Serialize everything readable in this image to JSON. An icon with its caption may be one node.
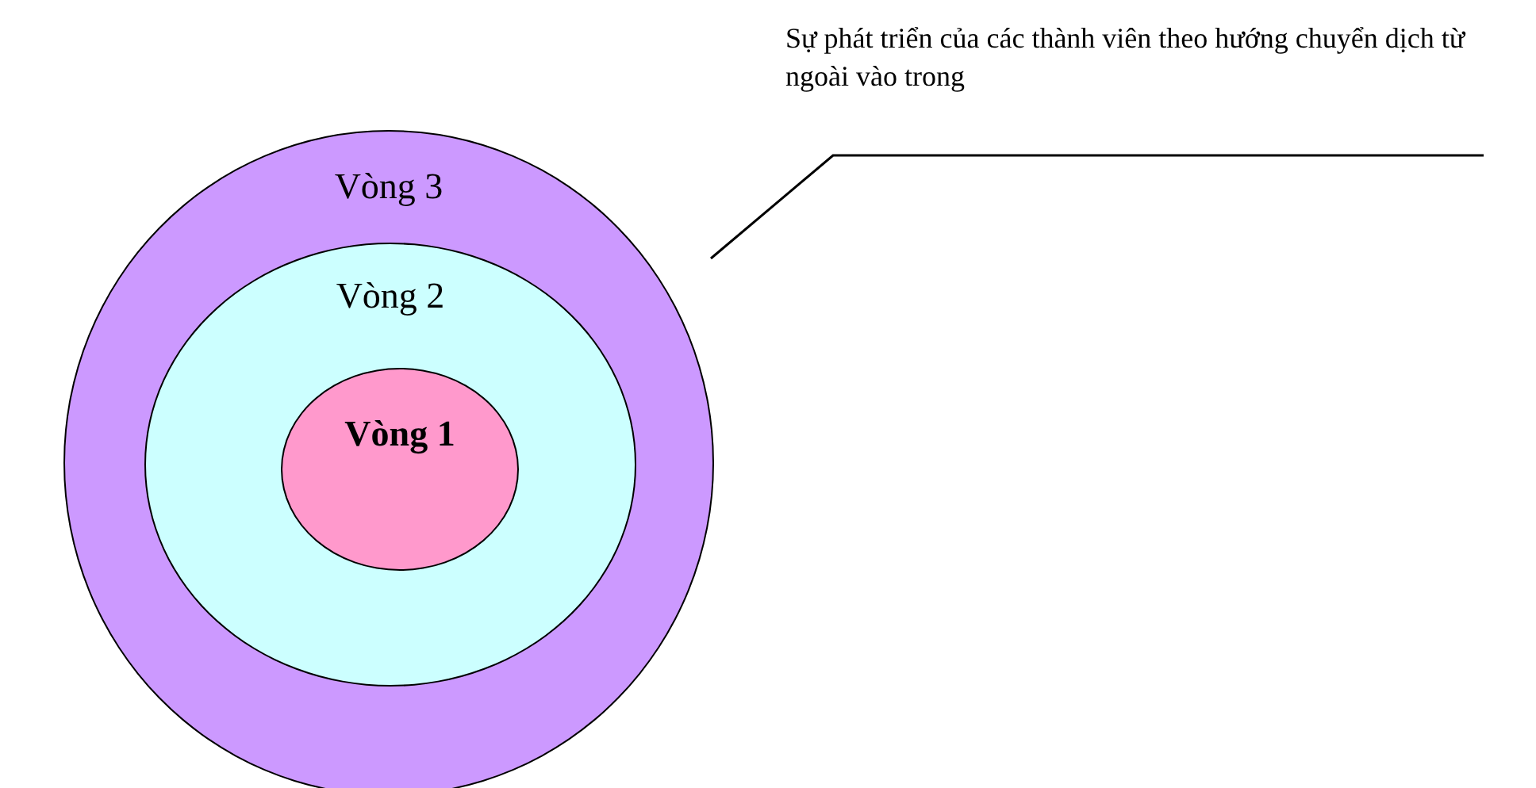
{
  "diagram": {
    "nodes": [
      {
        "text": [
          "Vòng 3"
        ]
      },
      {
        "text": [
          "Vòng 2"
        ],
        "in": 0
      },
      {
        "text": [
          "Vòng 1"
        ],
        "in": 1
      },
      {
        "text": [
          "Sự phát triển của các thành viên theo hướng chuyển dịch từ ngoài vào trong"
        ]
      }
    ],
    "edges": [
      {
        "from": 3,
        "to": 0,
        "arrow": "none"
      }
    ]
  }
}
